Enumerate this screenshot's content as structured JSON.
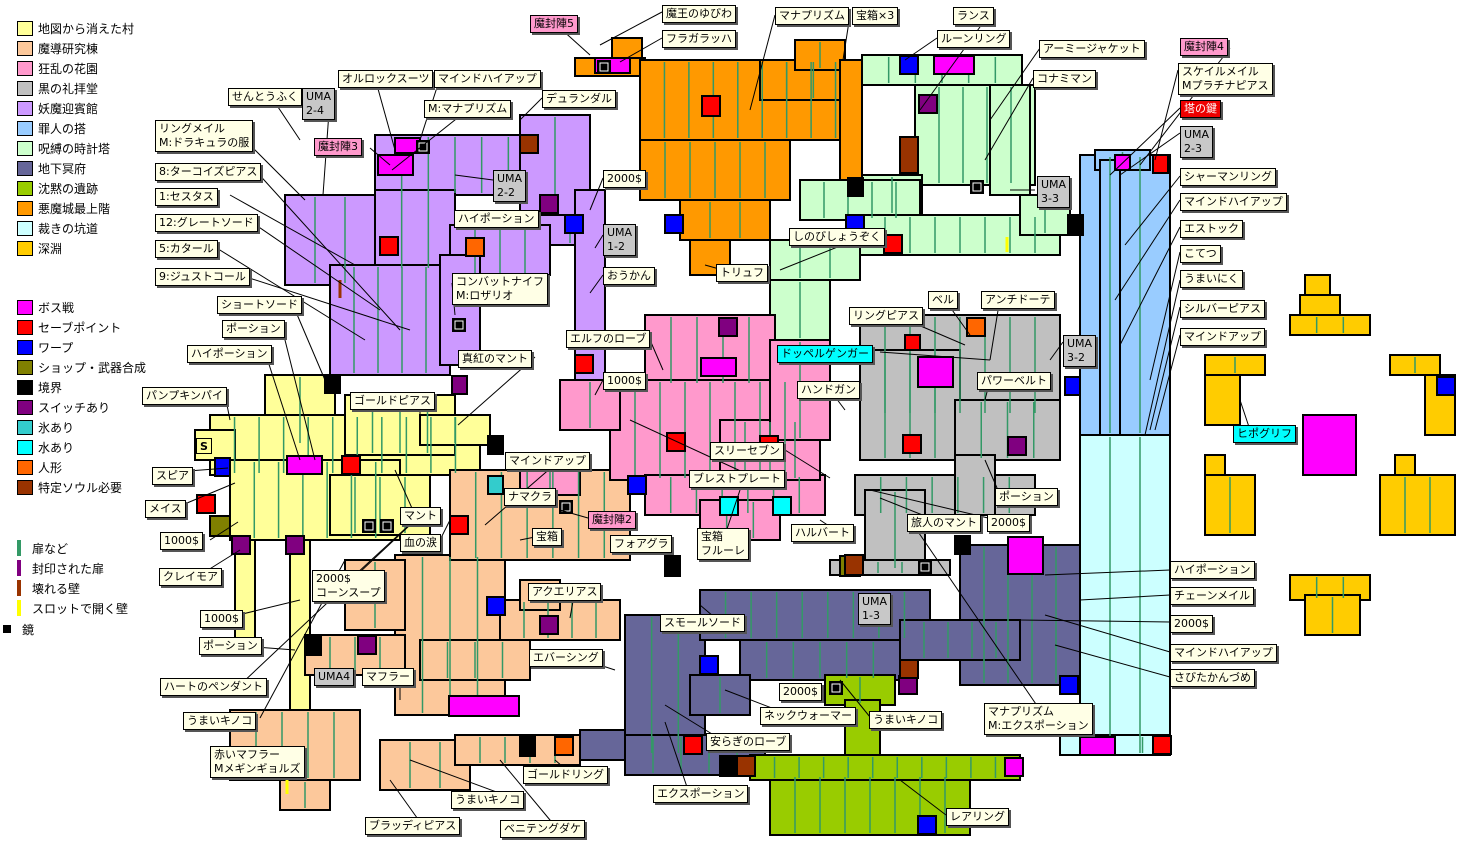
{
  "legend": {
    "areas": [
      {
        "label": "地図から消えた村",
        "color": "#ffff99"
      },
      {
        "label": "魔導研究棟",
        "color": "#fcc89b"
      },
      {
        "label": "狂乱の花園",
        "color": "#ff99cc"
      },
      {
        "label": "黒の礼拝堂",
        "color": "#c0c0c0"
      },
      {
        "label": "妖魔迎賓館",
        "color": "#cc99ff"
      },
      {
        "label": "罪人の搭",
        "color": "#99ccff"
      },
      {
        "label": "呪縛の時計塔",
        "color": "#ccffcc"
      },
      {
        "label": "地下冥府",
        "color": "#666699"
      },
      {
        "label": "沈黙の遺跡",
        "color": "#99cc00"
      },
      {
        "label": "悪魔城最上階",
        "color": "#ff9900"
      },
      {
        "label": "裁きの坑道",
        "color": "#ccffff"
      },
      {
        "label": "深淵",
        "color": "#ffcc00"
      }
    ],
    "markers": [
      {
        "label": "ボス戦",
        "color": "#ff00ff"
      },
      {
        "label": "セーブポイント",
        "color": "#ff0000"
      },
      {
        "label": "ワープ",
        "color": "#0000ff"
      },
      {
        "label": "ショップ・武器合成",
        "color": "#808000"
      },
      {
        "label": "境界",
        "color": "#000000"
      },
      {
        "label": "スイッチあり",
        "color": "#800080"
      },
      {
        "label": "氷あり",
        "color": "#33cccc"
      },
      {
        "label": "水あり",
        "color": "#00ffff"
      },
      {
        "label": "人形",
        "color": "#ff6600"
      },
      {
        "label": "特定ソウル必要",
        "color": "#993300"
      }
    ],
    "doors": [
      {
        "label": "扉など",
        "color": "#339966"
      },
      {
        "label": "封印された扉",
        "color": "#800080"
      },
      {
        "label": "壊れる壁",
        "color": "#993300"
      },
      {
        "label": "スロットで開く壁",
        "color": "#ffff00"
      }
    ],
    "mirror": {
      "label": "鏡"
    }
  },
  "map": {
    "start_icon": "S",
    "labels": [
      {
        "text": "魔王のゆびわ",
        "style": "normal"
      },
      {
        "text": "フラガラッハ",
        "style": "normal"
      },
      {
        "text": "マナプリズム",
        "style": "normal"
      },
      {
        "text": "宝箱×3",
        "style": "normal"
      },
      {
        "text": "ランス",
        "style": "normal"
      },
      {
        "text": "ルーンリング",
        "style": "normal"
      },
      {
        "text": "アーミージャケット",
        "style": "normal"
      },
      {
        "text": "魔封陣4",
        "style": "pink"
      },
      {
        "text": "スケイルメイル\nMプラチナピアス",
        "style": "normal"
      },
      {
        "text": "魔封陣5",
        "style": "pink"
      },
      {
        "text": "コナミマン",
        "style": "normal"
      },
      {
        "text": "塔の鍵",
        "style": "red"
      },
      {
        "text": "UMA\n2-3",
        "style": "gray"
      },
      {
        "text": "オルロックスーツ",
        "style": "normal"
      },
      {
        "text": "マインドハイアップ",
        "style": "normal"
      },
      {
        "text": "M:マナプリズム",
        "style": "normal"
      },
      {
        "text": "デュランダル",
        "style": "normal"
      },
      {
        "text": "せんとうふく",
        "style": "normal"
      },
      {
        "text": "UMA\n2-4",
        "style": "gray"
      },
      {
        "text": "リングメイル\nM:ドラキュラの服",
        "style": "normal"
      },
      {
        "text": "魔封陣3",
        "style": "pink"
      },
      {
        "text": "8:ターコイズピアス",
        "style": "normal"
      },
      {
        "text": "1:セスタス",
        "style": "normal"
      },
      {
        "text": "12:グレートソード",
        "style": "normal"
      },
      {
        "text": "5:カタール",
        "style": "normal"
      },
      {
        "text": "9:ジュストコール",
        "style": "normal"
      },
      {
        "text": "UMA\n2-2",
        "style": "gray"
      },
      {
        "text": "ハイポーション",
        "style": "normal"
      },
      {
        "text": "2000$",
        "style": "normal"
      },
      {
        "text": "UMA\n1-2",
        "style": "gray"
      },
      {
        "text": "おうかん",
        "style": "normal"
      },
      {
        "text": "コンバットナイフ\nM:ロザリオ",
        "style": "normal"
      },
      {
        "text": "しのびしょうぞく",
        "style": "normal"
      },
      {
        "text": "トリュフ",
        "style": "normal"
      },
      {
        "text": "UMA\n3-3",
        "style": "gray"
      },
      {
        "text": "シャーマンリング",
        "style": "normal"
      },
      {
        "text": "マインドハイアップ",
        "style": "normal"
      },
      {
        "text": "エストック",
        "style": "normal"
      },
      {
        "text": "こてつ",
        "style": "normal"
      },
      {
        "text": "うまいにく",
        "style": "normal"
      },
      {
        "text": "シルバーピアス",
        "style": "normal"
      },
      {
        "text": "マインドアップ",
        "style": "normal"
      },
      {
        "text": "ショートソード",
        "style": "normal"
      },
      {
        "text": "ポーション",
        "style": "normal"
      },
      {
        "text": "ハイポーション",
        "style": "normal"
      },
      {
        "text": "真紅のマント",
        "style": "normal"
      },
      {
        "text": "エルフのローブ",
        "style": "normal"
      },
      {
        "text": "1000$",
        "style": "normal"
      },
      {
        "text": "ベル",
        "style": "normal"
      },
      {
        "text": "アンチドーテ",
        "style": "normal"
      },
      {
        "text": "リングピアス",
        "style": "normal"
      },
      {
        "text": "UMA\n3-2",
        "style": "gray"
      },
      {
        "text": "ドッペルゲンガー",
        "style": "cyan"
      },
      {
        "text": "パワーベルト",
        "style": "normal"
      },
      {
        "text": "パンプキンパイ",
        "style": "normal"
      },
      {
        "text": "ゴールドピアス",
        "style": "normal"
      },
      {
        "text": "ハンドガン",
        "style": "normal"
      },
      {
        "text": "ヒポグリフ",
        "style": "cyan"
      },
      {
        "text": "スリーセブン",
        "style": "normal"
      },
      {
        "text": "ブレストプレート",
        "style": "normal"
      },
      {
        "text": "マインドアップ",
        "style": "normal"
      },
      {
        "text": "スピア",
        "style": "normal"
      },
      {
        "text": "メイス",
        "style": "normal"
      },
      {
        "text": "マント",
        "style": "normal"
      },
      {
        "text": "ナマクラ",
        "style": "normal"
      },
      {
        "text": "魔封陣2",
        "style": "pink"
      },
      {
        "text": "宝箱",
        "style": "normal"
      },
      {
        "text": "血の涙",
        "style": "normal"
      },
      {
        "text": "フォアグラ",
        "style": "normal"
      },
      {
        "text": "宝箱\nフルーレ",
        "style": "normal"
      },
      {
        "text": "ハルバート",
        "style": "normal"
      },
      {
        "text": "ポーション",
        "style": "normal"
      },
      {
        "text": "旅人のマント",
        "style": "normal"
      },
      {
        "text": "2000$",
        "style": "normal"
      },
      {
        "text": "1000$",
        "style": "normal"
      },
      {
        "text": "クレイモア",
        "style": "normal"
      },
      {
        "text": "2000$\nコーンスープ",
        "style": "normal"
      },
      {
        "text": "アクエリアス",
        "style": "normal"
      },
      {
        "text": "1000$",
        "style": "normal"
      },
      {
        "text": "UMA\n1-3",
        "style": "gray"
      },
      {
        "text": "スモールソード",
        "style": "normal"
      },
      {
        "text": "ハイポーション",
        "style": "normal"
      },
      {
        "text": "チェーンメイル",
        "style": "normal"
      },
      {
        "text": "2000$",
        "style": "normal"
      },
      {
        "text": "ポーション",
        "style": "normal"
      },
      {
        "text": "UMA4",
        "style": "gray"
      },
      {
        "text": "マフラー",
        "style": "normal"
      },
      {
        "text": "エバーシング",
        "style": "normal"
      },
      {
        "text": "マインドハイアップ",
        "style": "normal"
      },
      {
        "text": "さびたかんづめ",
        "style": "normal"
      },
      {
        "text": "ハートのペンダント",
        "style": "normal"
      },
      {
        "text": "2000$",
        "style": "normal"
      },
      {
        "text": "うまいキノコ",
        "style": "normal"
      },
      {
        "text": "ネックウォーマー",
        "style": "normal"
      },
      {
        "text": "うまいキノコ",
        "style": "normal"
      },
      {
        "text": "マナプリズム\nM:エクスポーション",
        "style": "normal"
      },
      {
        "text": "赤いマフラー\nMメギンギョルズ",
        "style": "normal"
      },
      {
        "text": "ゴールドリング",
        "style": "normal"
      },
      {
        "text": "安らぎのローブ",
        "style": "normal"
      },
      {
        "text": "うまいキノコ",
        "style": "normal"
      },
      {
        "text": "エクスポーション",
        "style": "normal"
      },
      {
        "text": "レアリング",
        "style": "normal"
      },
      {
        "text": "ブラッディピアス",
        "style": "normal"
      },
      {
        "text": "ベニテングダケ",
        "style": "normal"
      }
    ]
  }
}
